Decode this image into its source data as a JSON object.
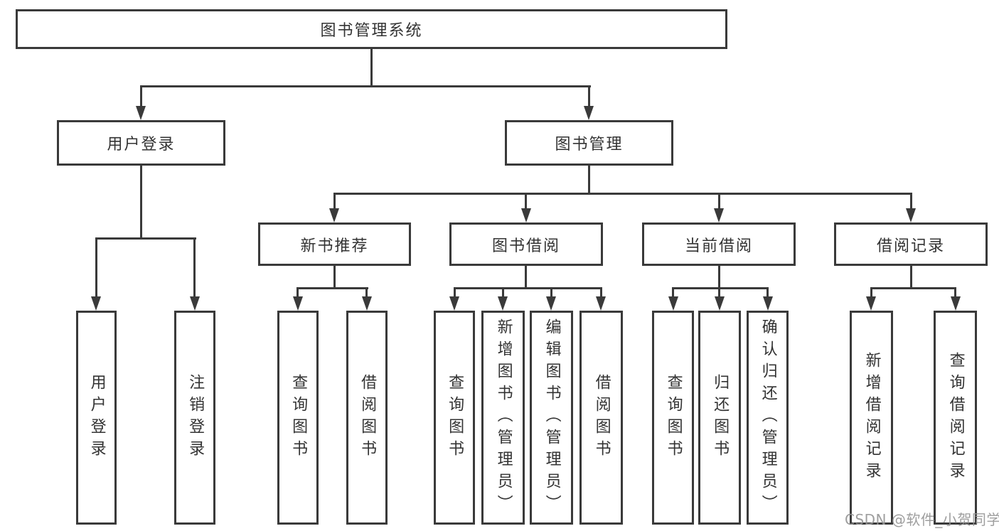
{
  "diagram": {
    "root": {
      "label": "图书管理系统"
    },
    "branches": [
      {
        "label": "用户登录",
        "children": [
          "用户登录",
          "注销登录"
        ]
      },
      {
        "label": "图书管理",
        "children": [
          {
            "label": "新书推荐",
            "children": [
              "查询图书",
              "借阅图书"
            ]
          },
          {
            "label": "图书借阅",
            "children": [
              "查询图书",
              "新增图书（管理员）",
              "编辑图书（管理员）",
              "借阅图书"
            ]
          },
          {
            "label": "当前借阅",
            "children": [
              "查询图书",
              "归还图书",
              "确认归还（管理员）"
            ]
          },
          {
            "label": "借阅记录",
            "children": [
              "新增借阅记录",
              "查询借阅记录"
            ]
          }
        ]
      }
    ],
    "colors": {
      "line": "#3a3a3a",
      "text": "#333333",
      "background": "#ffffff",
      "watermark": "#969696"
    }
  },
  "watermark": {
    "text": "CSDN @软件_小贺同学"
  }
}
